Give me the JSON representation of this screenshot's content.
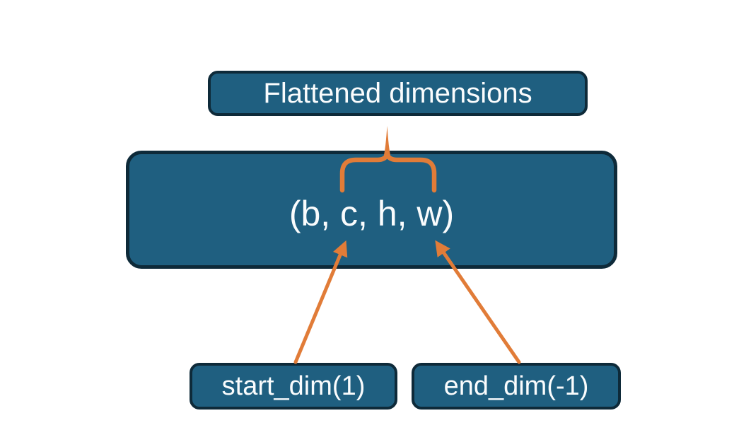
{
  "colors": {
    "background": "#ffffff",
    "box_fill": "#1f5f80",
    "box_border": "#0e2a39",
    "text": "#fafcfd",
    "accent_orange": "#e17c38"
  },
  "diagram": {
    "title_box": {
      "label": "Flattened dimensions"
    },
    "tensor_box": {
      "label": "(b, c, h, w)"
    },
    "start_dim_box": {
      "label": "start_dim(1)"
    },
    "end_dim_box": {
      "label": "end_dim(-1)"
    },
    "icons": {
      "brace": "curly-brace-icon",
      "start_arrow": "up-arrow-icon",
      "end_arrow": "up-arrow-icon"
    }
  }
}
